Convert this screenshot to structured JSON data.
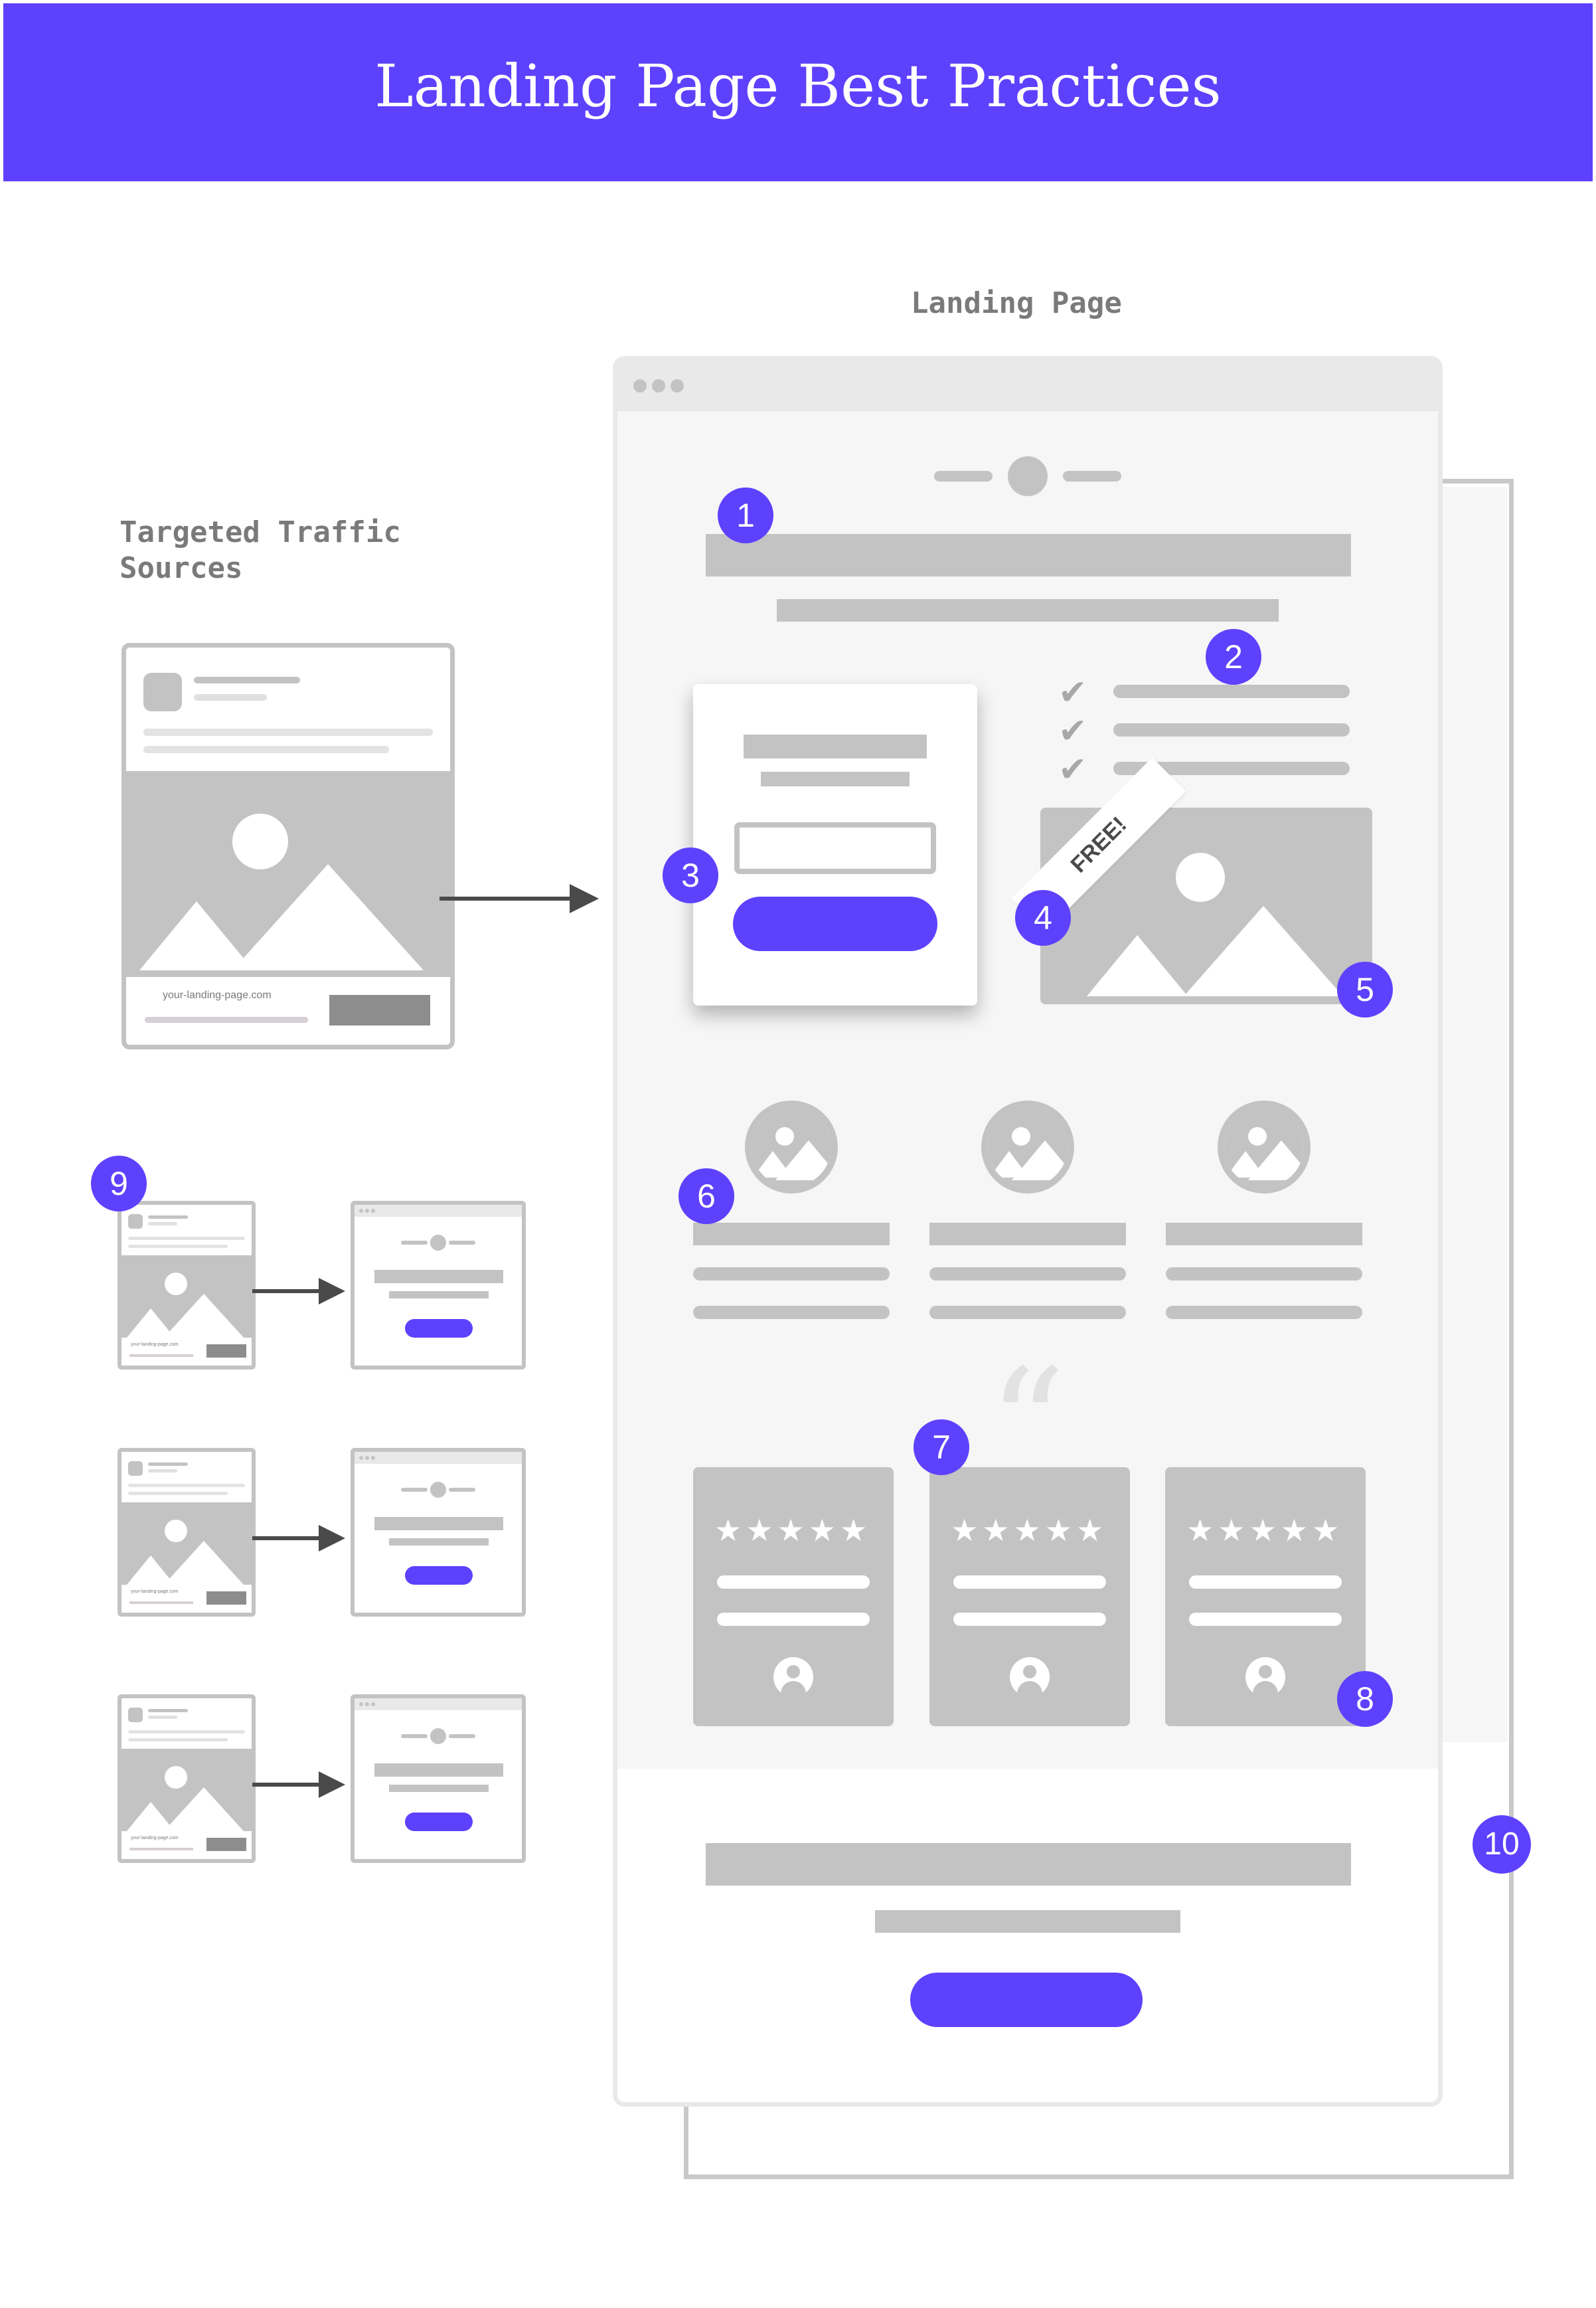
{
  "header": {
    "title": "Landing Page Best Practices",
    "background": "#5d41fd"
  },
  "left": {
    "traffic_label": "Targeted Traffic\nSources",
    "ad_url": "your-landing-page.com",
    "mini_url": "your-landing-page.com"
  },
  "landing": {
    "label": "Landing Page",
    "free_tag": "FREE!"
  },
  "badges": [
    "1",
    "2",
    "3",
    "4",
    "5",
    "6",
    "7",
    "8",
    "9",
    "10"
  ],
  "icons": {
    "check": "check-icon",
    "image": "image-icon",
    "quote": "quote-icon",
    "star": "star-icon",
    "user": "user-icon",
    "arrow": "arrow-right-icon"
  },
  "glyphs": {
    "check": "✔",
    "stars": "★★★★★",
    "quote": "“"
  },
  "colors": {
    "accent": "#5d41fd",
    "placeholder": "#c4c3c3",
    "frame": "#c9c9c9",
    "page_bg": "#f6f6f6"
  }
}
